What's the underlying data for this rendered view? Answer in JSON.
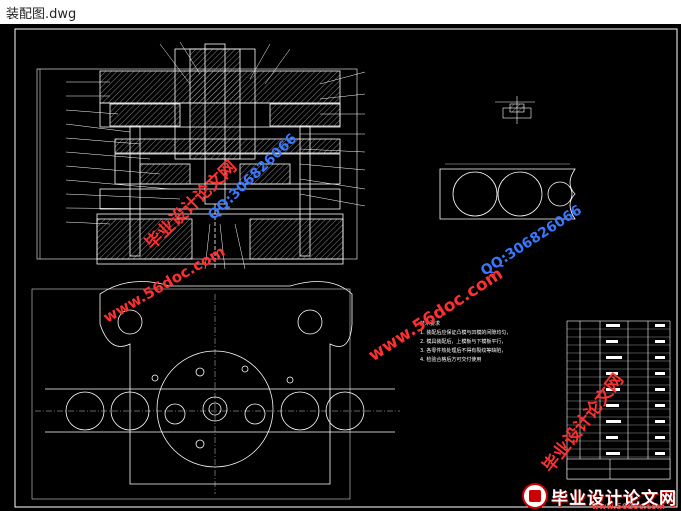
{
  "window": {
    "title": "装配图.dwg"
  },
  "watermarks": {
    "url": "www.56doc.com",
    "qq": "QQ:306826066",
    "cn": "毕业设计论文网"
  },
  "notes": {
    "heading": "技术要求",
    "lines": [
      "1. 装配后应保证凸模与凹模的间隙均匀，",
      "2. 模具装配后，上模板与下模板平行，",
      "3. 各零件热处理后不得有裂纹等缺陷，",
      "4. 检验合格后方可交付使用"
    ]
  },
  "logo": {
    "text": "毕业设计论文网",
    "url": "www.56doc.com"
  },
  "colors": {
    "canvas": "#000000",
    "line": "#ffffff",
    "watermark_red": "#ff3030",
    "watermark_blue": "#3a78ff",
    "hatch": "#c0c0c0"
  }
}
